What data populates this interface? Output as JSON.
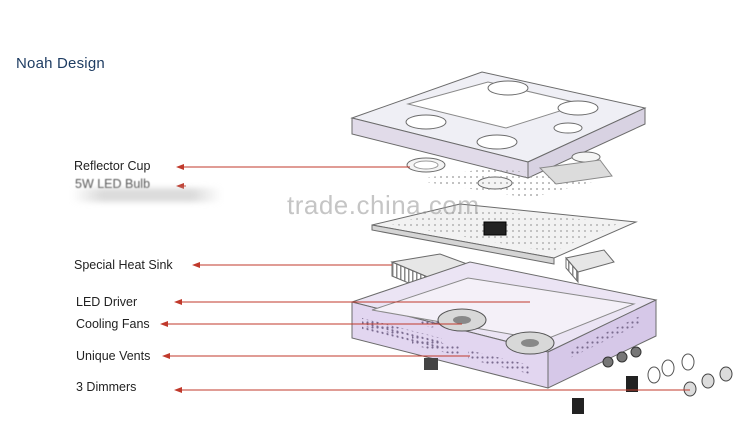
{
  "diagram": {
    "title": "Noah Design",
    "watermark": "trade.china.com",
    "callouts": [
      {
        "id": "reflector-cup",
        "label": "Reflector Cup"
      },
      {
        "id": "led-bulb",
        "label": "5W LED Bulb"
      },
      {
        "id": "heat-sink",
        "label": "Special Heat Sink"
      },
      {
        "id": "led-driver",
        "label": "LED Driver"
      },
      {
        "id": "cooling-fans",
        "label": "Cooling Fans"
      },
      {
        "id": "unique-vents",
        "label": "Unique Vents"
      },
      {
        "id": "dimmers",
        "label": "3 Dimmers"
      }
    ],
    "colors": {
      "arrow": "#c0392b",
      "outline": "#6b6b6b",
      "housing": "#e2d6f0",
      "panel": "#eeeeee",
      "title": "#1f3d63"
    }
  }
}
